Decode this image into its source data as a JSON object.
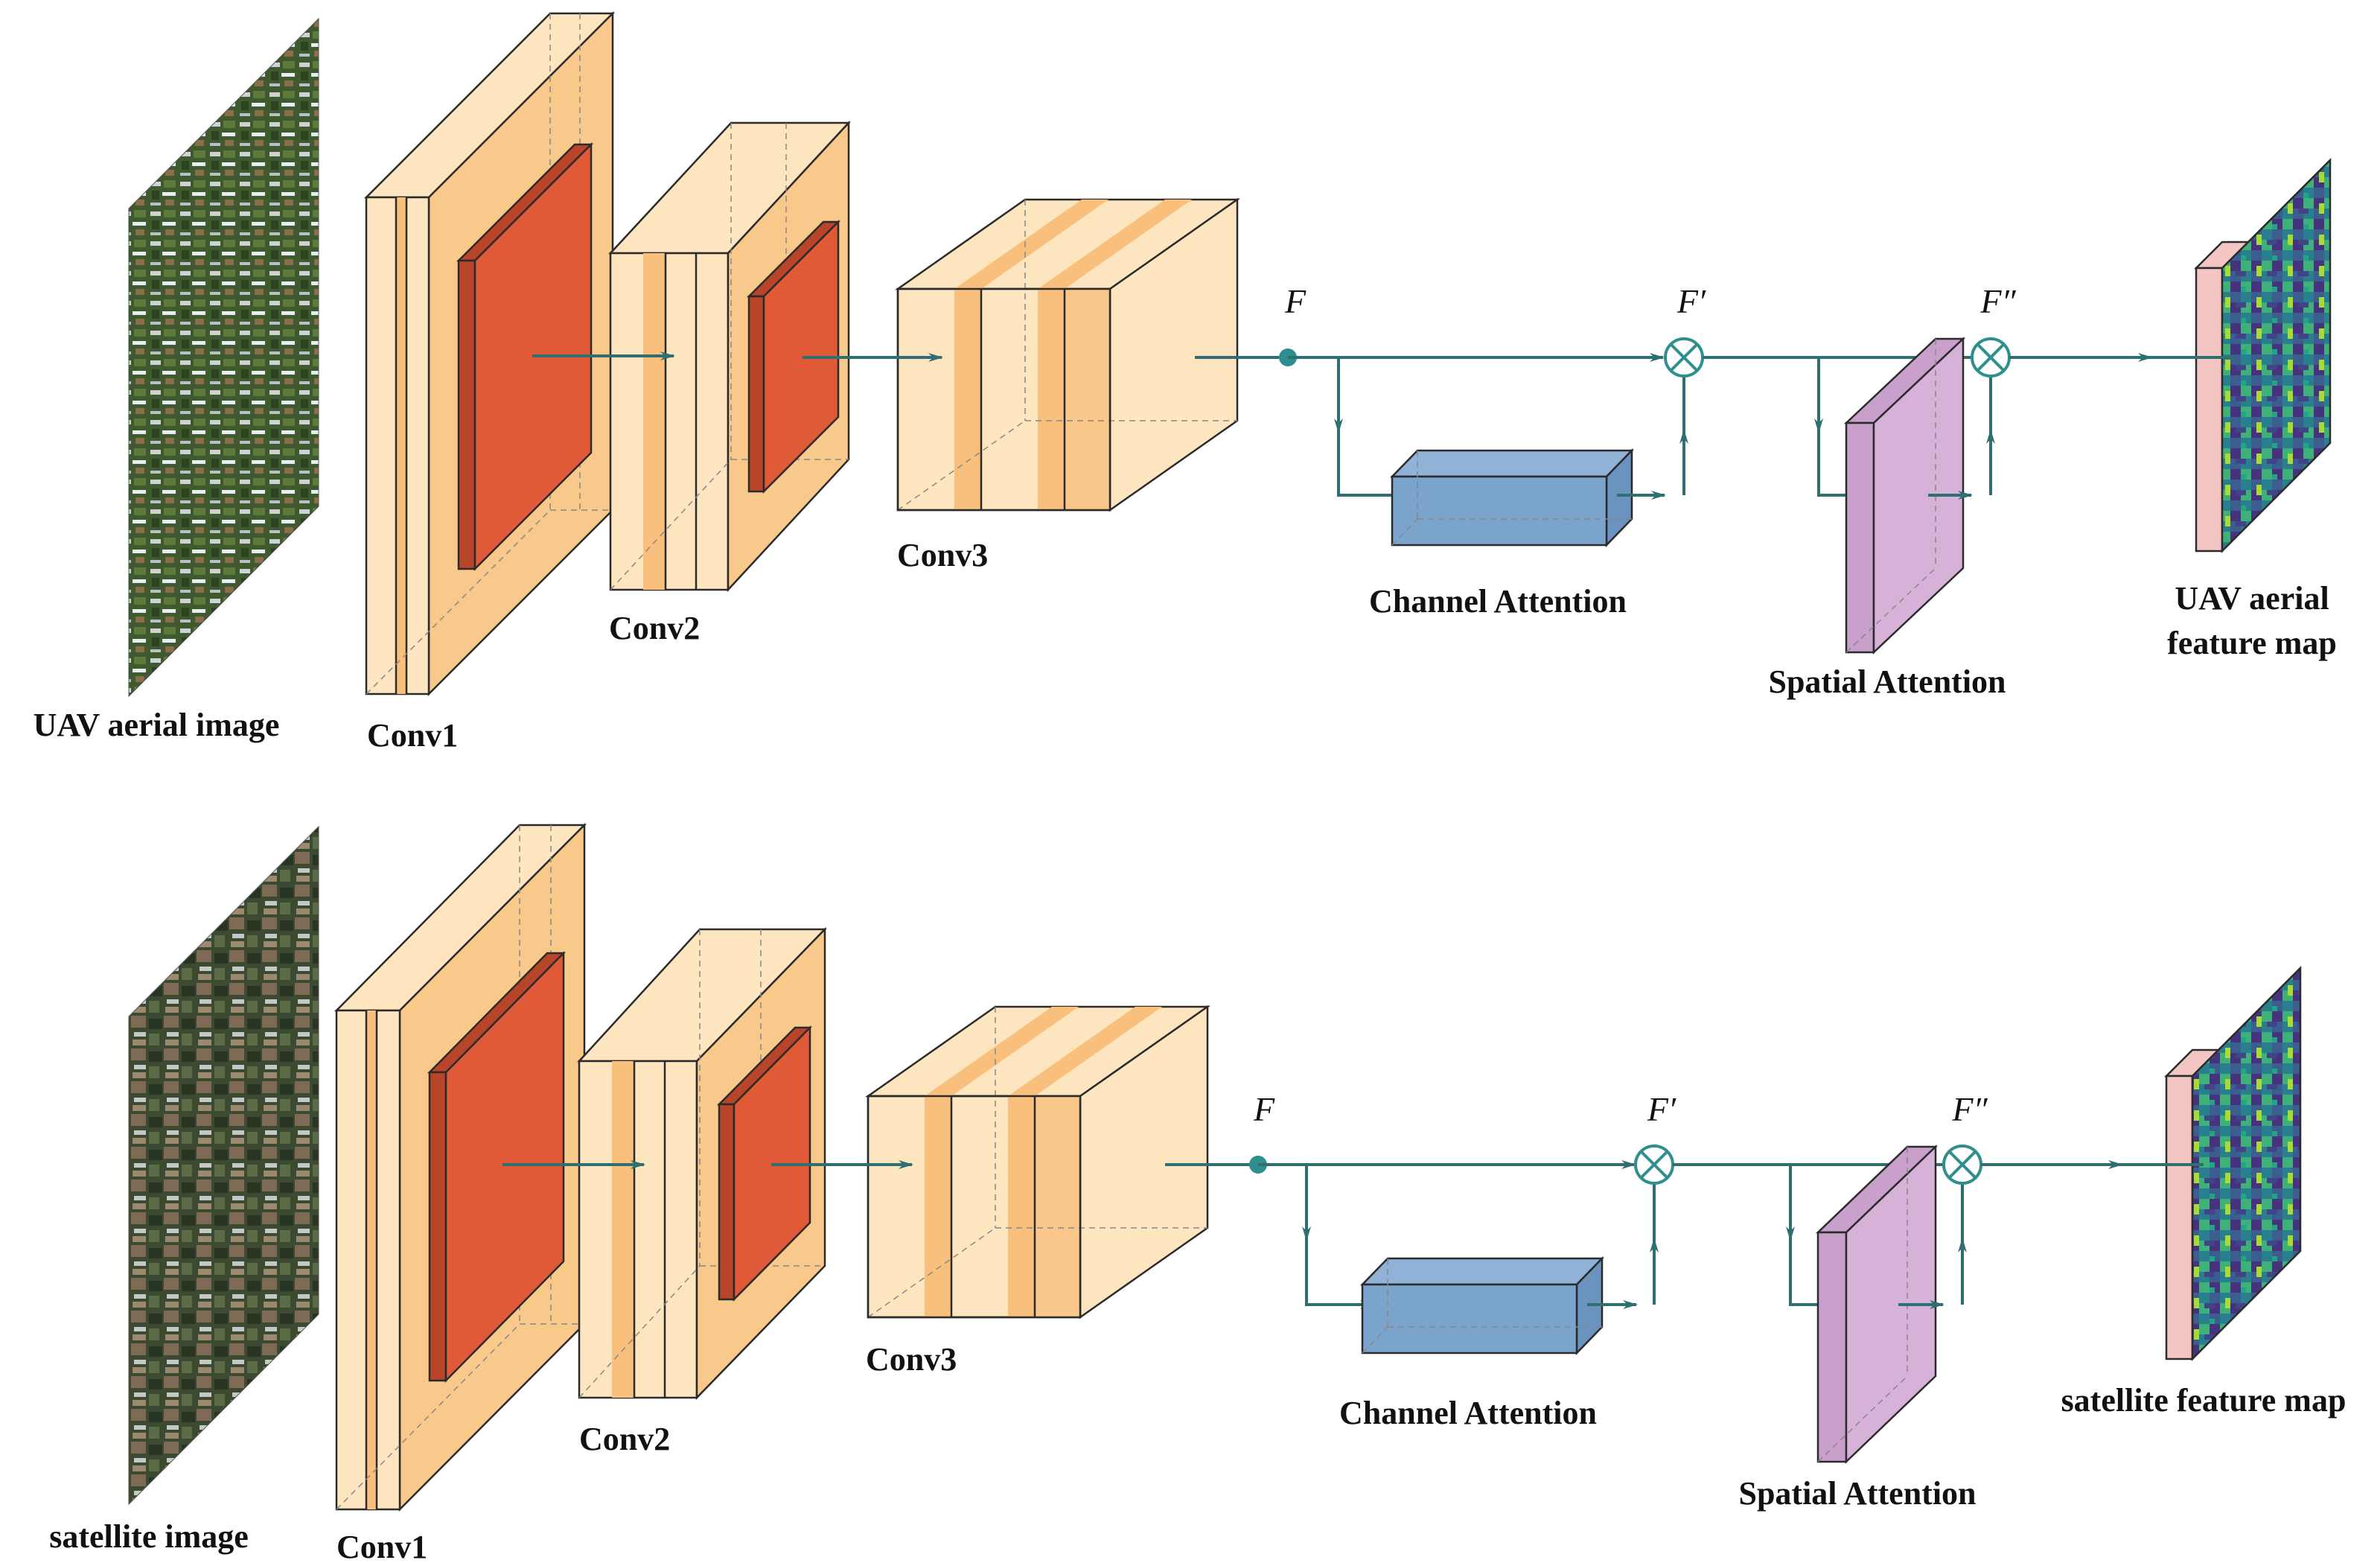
{
  "rows": [
    {
      "id": "uav",
      "input_label": "UAV aerial image",
      "conv1": "Conv1",
      "conv2": "Conv2",
      "conv3": "Conv3",
      "feature_symbol": "F",
      "f_prime": "F′",
      "f_double_prime": "F″",
      "channel_attention": "Channel Attention",
      "spatial_attention": "Spatial Attention",
      "output_label_line1": "UAV aerial",
      "output_label_line2": "feature map"
    },
    {
      "id": "satellite",
      "input_label": "satellite image",
      "conv1": "Conv1",
      "conv2": "Conv2",
      "conv3": "Conv3",
      "feature_symbol": "F",
      "f_prime": "F′",
      "f_double_prime": "F″",
      "channel_attention": "Channel Attention",
      "spatial_attention": "Spatial Attention",
      "output_label_line1": "satellite feature map",
      "output_label_line2": ""
    }
  ],
  "colors": {
    "conv_face": "#fde6bf",
    "conv_band": "#f9bf7c",
    "conv_side": "#f8c98a",
    "kernel": "#e05a38",
    "kernel_side": "#b8442a",
    "channel_attention": "#7ba4cc",
    "spatial_attention": "#d7b2d8",
    "feature_map_frame": "#f4c6c3",
    "arrow": "#2f6f72"
  }
}
